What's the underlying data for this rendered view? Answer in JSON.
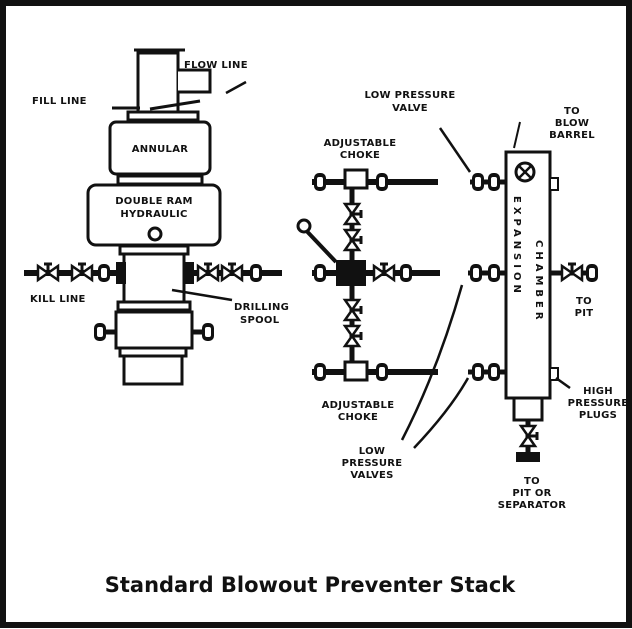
{
  "caption": "Standard Blowout Preventer Stack",
  "labels": {
    "flow_line": "FLOW LINE",
    "fill_line_top": "FILL LINE",
    "annular": "ANNULAR",
    "double_ram_1": "DOUBLE RAM",
    "double_ram_2": "HYDRAULIC",
    "kill_line": "KILL LINE",
    "drilling_spool_1": "DRILLING",
    "drilling_spool_2": "SPOOL",
    "adj_choke_top_1": "ADJUSTABLE",
    "adj_choke_top_2": "CHOKE",
    "adj_choke_bottom_1": "ADJUSTABLE",
    "adj_choke_bottom_2": "CHOKE",
    "low_pressure_valve_1": "LOW PRESSURE",
    "low_pressure_valve_2": "VALVE",
    "low_pressure_valves_1": "LOW",
    "low_pressure_valves_2": "PRESSURE",
    "low_pressure_valves_3": "VALVES",
    "to_blow_barrel_1": "TO",
    "to_blow_barrel_2": "BLOW",
    "to_blow_barrel_3": "BARREL",
    "expansion_chamber_1": "EXPANSION",
    "expansion_chamber_2": "CHAMBER",
    "to_pit_1": "TO",
    "to_pit_2": "PIT",
    "high_pressure_plugs_1": "HIGH",
    "high_pressure_plugs_2": "PRESSURE",
    "high_pressure_plugs_3": "PLUGS",
    "to_pit_separator_1": "TO",
    "to_pit_separator_2": "PIT OR",
    "to_pit_separator_3": "SEPARATOR"
  }
}
